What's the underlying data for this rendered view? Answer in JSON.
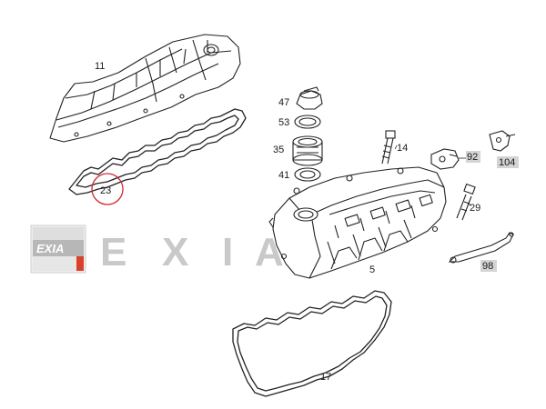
{
  "watermark": {
    "logo_text": "EXIA",
    "letters": [
      "E",
      "X",
      "I",
      "A"
    ],
    "logo_accent_color": "#d9412b",
    "color": "#c9c9c9"
  },
  "highlight": {
    "label": "23",
    "color": "#d0262e"
  },
  "parts": {
    "p11": "11",
    "p23": "23",
    "p47": "47",
    "p53": "53",
    "p35": "35",
    "p41": "41",
    "p14": "14",
    "p92": "92",
    "p104": "104",
    "p29": "29",
    "p5": "5",
    "p98": "98",
    "p17": "17"
  },
  "shaded_label_color": "#d4d4d4"
}
